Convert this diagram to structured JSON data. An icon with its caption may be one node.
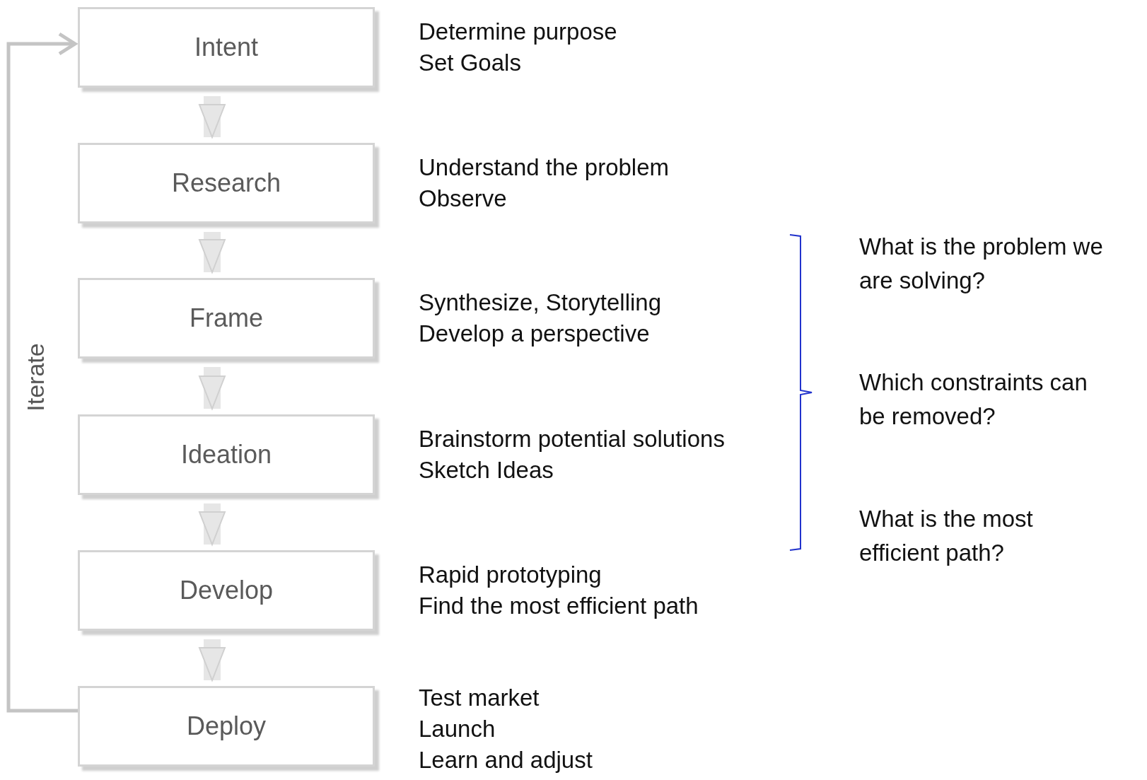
{
  "diagram": {
    "nodes": [
      {
        "text": [
          "Intent"
        ],
        "beside": [
          "Determine purpose",
          "Set Goals"
        ]
      },
      {
        "text": [
          "Research"
        ],
        "beside": [
          "Understand the problem",
          "Observe"
        ]
      },
      {
        "text": [
          "Frame"
        ],
        "beside": [
          "Synthesize,  Storytelling",
          "Develop a perspective"
        ]
      },
      {
        "text": [
          "Ideation"
        ],
        "beside": [
          "Brainstorm potential solutions",
          "Sketch Ideas"
        ]
      },
      {
        "text": [
          "Develop"
        ],
        "beside": [
          "Rapid prototyping",
          "Find the most efficient path"
        ]
      },
      {
        "text": [
          "Deploy"
        ],
        "beside": [
          "Test market",
          "Launch",
          "Learn and adjust"
        ]
      }
    ],
    "edges": [
      {
        "from": 0,
        "to": 1,
        "arrow": "to"
      },
      {
        "from": 1,
        "to": 2,
        "arrow": "to"
      },
      {
        "from": 2,
        "to": 3,
        "arrow": "to"
      },
      {
        "from": 3,
        "to": 4,
        "arrow": "to"
      },
      {
        "from": 4,
        "to": 5,
        "arrow": "to"
      },
      {
        "from": 5,
        "to": 0,
        "arrow": "to",
        "label": "Iterate"
      }
    ],
    "labels": [
      "What is the problem we are solving?",
      "Which constraints can be removed?",
      "What is the most efficient path?"
    ]
  }
}
